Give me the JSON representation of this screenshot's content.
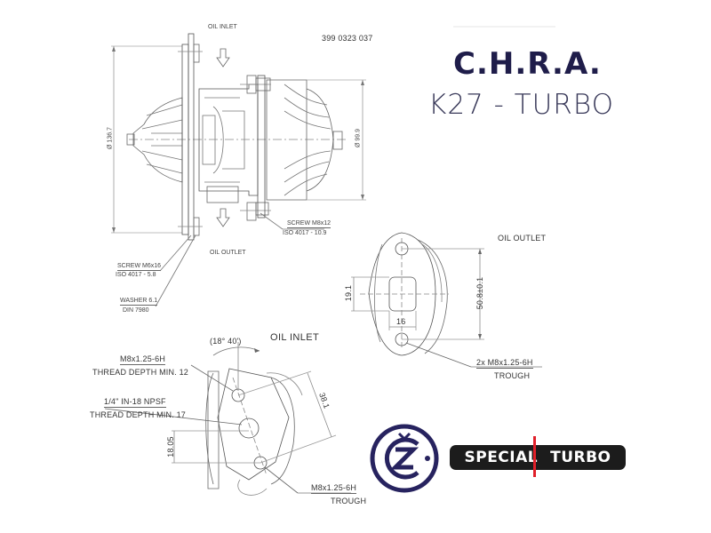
{
  "title": {
    "main": "C.H.R.A.",
    "sub": "K27 - TURBO"
  },
  "part_number": "399 0323 037",
  "side_view": {
    "oil_inlet": "OIL INLET",
    "oil_outlet": "OIL OUTLET",
    "dia_compressor": "Ø 136.7",
    "dia_turbine": "Ø 99.9",
    "screw_top": {
      "line1": "SCREW M8x12",
      "line2": "ISO 4017 - 10.9"
    },
    "screw_bottom": {
      "line1": "SCREW M6x16",
      "line2": "ISO 4017 - 5.8"
    },
    "washer": {
      "line1": "WASHER 6.1",
      "line2": "DIN 7980"
    }
  },
  "oil_outlet_view": {
    "title": "OIL OUTLET",
    "dim_height": "19.1",
    "dim_width": "16",
    "dim_spacing": "50.8±0.1",
    "callout": {
      "line1": "2x M8x1.25-6H",
      "line2": "TROUGH"
    }
  },
  "oil_inlet_view": {
    "title": "OIL INLET",
    "angle": "(18° 40')",
    "dim_spacing": "38.1",
    "dim_offset": "18.05",
    "callout_top": {
      "line1": "M8x1.25-6H",
      "line2": "THREAD DEPTH MIN. 12"
    },
    "callout_mid": {
      "line1": "1/4\" IN-18 NPSF",
      "line2": "THREAD DEPTH MIN. 17"
    },
    "callout_bottom": {
      "line1": "M8x1.25-6H",
      "line2": "TROUGH"
    }
  },
  "logos": {
    "cz_logo": "CZ",
    "brand_left": "SPECIAL",
    "brand_right": "TURBO",
    "colors": {
      "navy": "#27235f",
      "pill": "#1c1c1c",
      "divider": "#e0202a"
    }
  }
}
